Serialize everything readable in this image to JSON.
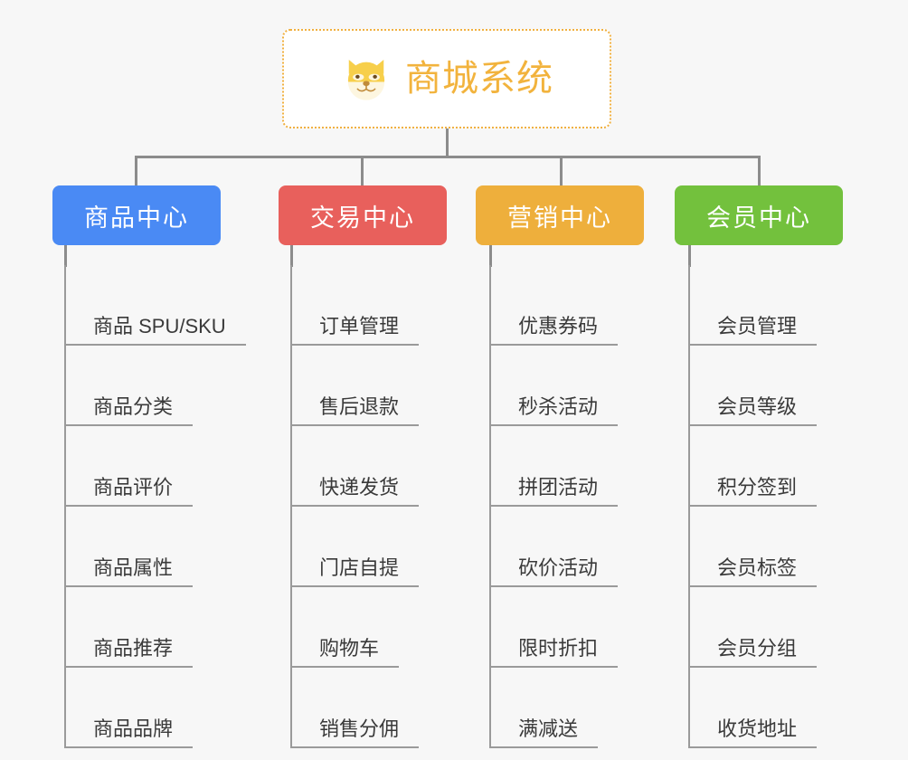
{
  "canvas": {
    "background": "#f7f7f7",
    "connector_color": "#8c8c8c"
  },
  "root": {
    "title": "商城系统",
    "icon": "shiba-dog-face-icon",
    "text_color": "#f2b33d",
    "border_color": "#f0b040",
    "background": "#ffffff"
  },
  "categories": [
    {
      "label": "商品中心",
      "color": "#4a8af4",
      "items": [
        "商品 SPU/SKU",
        "商品分类",
        "商品评价",
        "商品属性",
        "商品推荐",
        "商品品牌"
      ]
    },
    {
      "label": "交易中心",
      "color": "#e8605c",
      "items": [
        "订单管理",
        "售后退款",
        "快递发货",
        "门店自提",
        "购物车",
        "销售分佣"
      ]
    },
    {
      "label": "营销中心",
      "color": "#eeaf3c",
      "items": [
        "优惠券码",
        "秒杀活动",
        "拼团活动",
        "砍价活动",
        "限时折扣",
        "满减送"
      ]
    },
    {
      "label": "会员中心",
      "color": "#73c13d",
      "items": [
        "会员管理",
        "会员等级",
        "积分签到",
        "会员标签",
        "会员分组",
        "收货地址"
      ]
    }
  ]
}
